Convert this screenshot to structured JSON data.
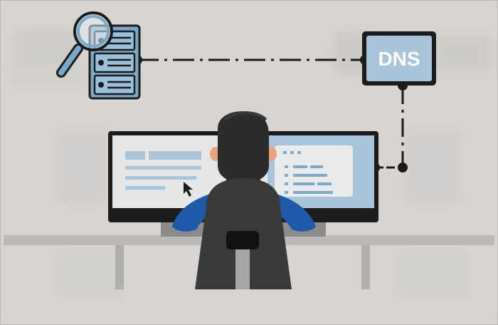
{
  "scene": {
    "dns_label": "DNS",
    "colors": {
      "background": "#d7d4d1",
      "outline": "#1c1c1c",
      "server": "#7aa9c9",
      "screen": "#a9c3d8",
      "screen_light": "#e6e6e6",
      "hair": "#2c2c2c",
      "shirt": "#1f5aa8",
      "chair": "#3a3a3a",
      "desk": "#bcbab8"
    },
    "icons": [
      "magnifier-icon",
      "server-icon",
      "dns-box-icon",
      "monitor-icon",
      "cursor-icon",
      "person-illustration",
      "chair-illustration",
      "desk-illustration"
    ]
  }
}
